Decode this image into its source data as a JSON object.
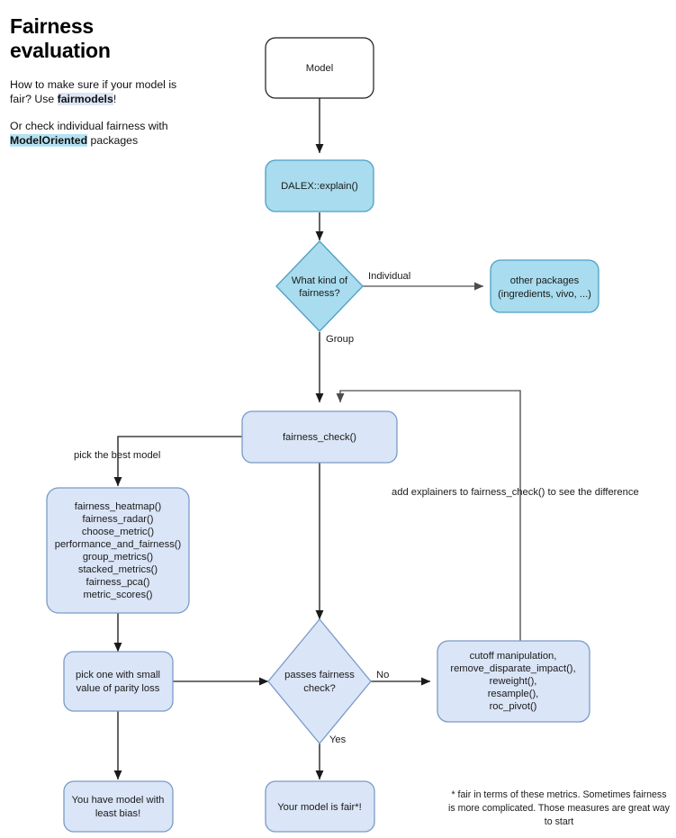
{
  "intro": {
    "title": "Fairness\nevaluation",
    "paragraph1_pre": "How to make sure if your model is fair? Use ",
    "paragraph1_highlight": "fairmodels",
    "paragraph1_post": "!",
    "paragraph2_pre": "Or check individual fairness with ",
    "paragraph2_highlight": "ModelOriented",
    "paragraph2_post": " packages"
  },
  "flowchart": {
    "type": "flowchart",
    "nodes": {
      "model": {
        "label": "Model",
        "shape": "rounded-rect",
        "style": "white"
      },
      "dalex": {
        "label": "DALEX::explain()",
        "shape": "rounded-rect",
        "style": "cyan"
      },
      "kind_of_fairness": {
        "label_line1": "What kind of",
        "label_line2": "fairness?",
        "shape": "diamond",
        "style": "cyan"
      },
      "other_packages": {
        "label_line1": "other packages",
        "label_line2": "(ingredients, vivo, ...)",
        "shape": "rounded-rect",
        "style": "cyan"
      },
      "fairness_check": {
        "label": "fairness_check()",
        "shape": "rounded-rect",
        "style": "pale"
      },
      "plot_functions": {
        "shape": "rounded-rect",
        "style": "pale",
        "lines": [
          "fairness_heatmap()",
          "fairness_radar()",
          "choose_metric()",
          "performance_and_fairness()",
          "group_metrics()",
          "stacked_metrics()",
          "fairness_pca()",
          "metric_scores()"
        ]
      },
      "pick_one": {
        "label_line1": "pick one with small",
        "label_line2": "value of parity loss",
        "shape": "rounded-rect",
        "style": "pale"
      },
      "passes_check": {
        "label_line1": "passes fairness",
        "label_line2": "check?",
        "shape": "diamond",
        "style": "pale"
      },
      "mitigation": {
        "shape": "rounded-rect",
        "style": "pale",
        "lines": [
          "cutoff manipulation,",
          "remove_disparate_impact(),",
          "reweight(),",
          "resample(),",
          "roc_pivot()"
        ]
      },
      "least_bias": {
        "label_line1": "You have model with",
        "label_line2": "least bias!",
        "shape": "rounded-rect",
        "style": "pale"
      },
      "model_is_fair": {
        "label": "Your model is fair*!",
        "shape": "rounded-rect",
        "style": "pale"
      }
    },
    "edge_labels": {
      "individual": "Individual",
      "group": "Group",
      "pick_best_model": "pick the best model",
      "add_explainers": "add explainers to fairness_check() to see the difference",
      "no": "No",
      "yes": "Yes"
    }
  },
  "footnote": {
    "text": "* fair in terms of these metrics. Sometimes fairness is more complicated. Those measures are great way to start"
  },
  "colors": {
    "cyan_fill": "#a8dcee",
    "cyan_stroke": "#4f9fc4",
    "pale_fill": "#dae5f7",
    "pale_stroke": "#7a9ac8",
    "white_fill": "#ffffff",
    "edge": "#1a1a1a"
  }
}
